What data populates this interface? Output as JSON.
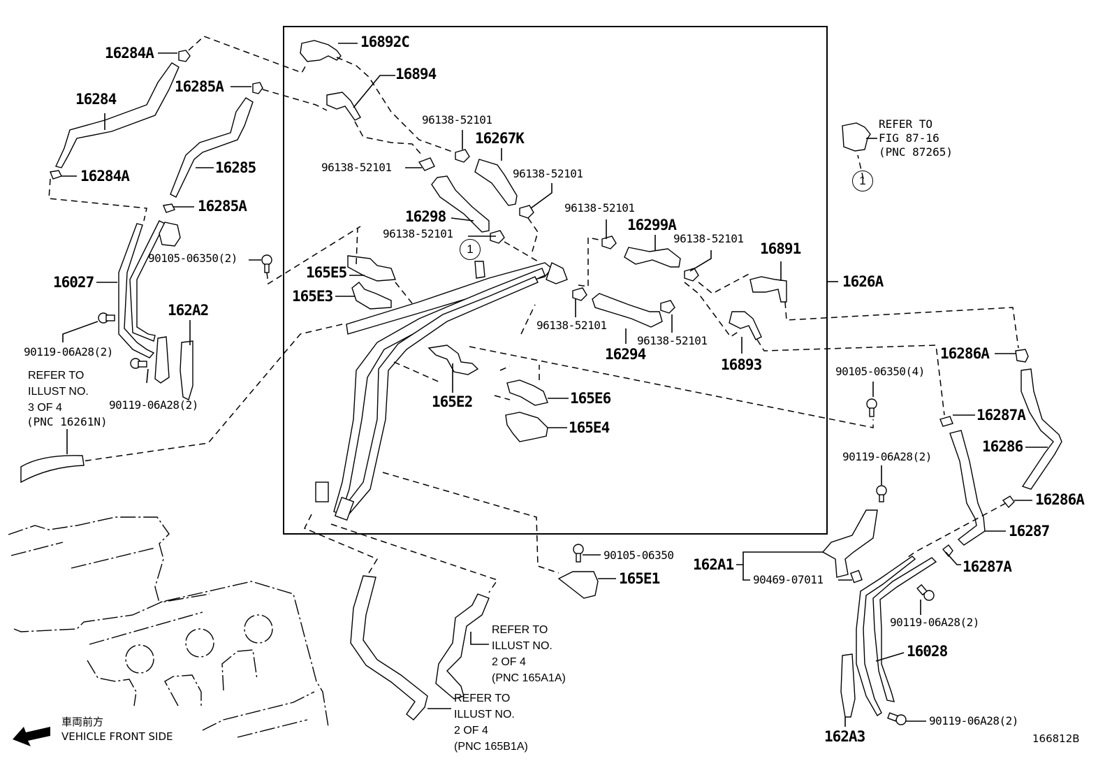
{
  "diagram": {
    "figure_id": "166812B",
    "group_label": "1626A",
    "orientation": {
      "japanese": "車両前方",
      "english": "VEHICLE FRONT SIDE"
    },
    "callout_circle": "1",
    "parts": {
      "p16284A_top": "16284A",
      "p16284": "16284",
      "p16285A_top": "16285A",
      "p16284A_bot": "16284A",
      "p16285": "16285",
      "p16285A_bot": "16285A",
      "p16027": "16027",
      "p90105_06350_2": "90105-06350(2)",
      "p90119_left_a": "90119-06A28(2)",
      "p162A2": "162A2",
      "p90119_left_b": "90119-06A28(2)",
      "p16892C": "16892C",
      "p16894": "16894",
      "p96138_a": "96138-52101",
      "p96138_b": "96138-52101",
      "p16267K": "16267K",
      "p96138_c": "96138-52101",
      "p16298": "16298",
      "p96138_d": "96138-52101",
      "p96138_e": "96138-52101",
      "p16299A": "16299A",
      "p96138_f": "96138-52101",
      "p16891": "16891",
      "p165E5": "165E5",
      "p165E3": "165E3",
      "p96138_g": "96138-52101",
      "p96138_h": "96138-52101",
      "p16294": "16294",
      "p16893": "16893",
      "p165E2": "165E2",
      "p165E6": "165E6",
      "p165E4": "165E4",
      "p90105_06350": "90105-06350",
      "p165E1": "165E1",
      "p16286A_top": "16286A",
      "p90105_06350_4": "90105-06350(4)",
      "p16287A_top": "16287A",
      "p16286": "16286",
      "p90119_right_a": "90119-06A28(2)",
      "p16286A_bot": "16286A",
      "p16287": "16287",
      "p162A1": "162A1",
      "p90469_07011": "90469-07011",
      "p16287A_bot": "16287A",
      "p90119_right_b": "90119-06A28(2)",
      "p16028": "16028",
      "p162A3": "162A3",
      "p90119_right_c": "90119-06A28(2)"
    },
    "references": {
      "fig_87_16": "REFER TO\nFIG 87-16\n(PNC 87265)",
      "illust_3_of_4": "REFER TO\nILLUST NO.\n3 OF 4",
      "illust_3_of_4_pnc": "(PNC 16261N)",
      "illust_2_of_4_a": "REFER TO\nILLUST NO.\n2 OF 4\n(PNC 165A1A)",
      "illust_2_of_4_b": "REFER TO\nILLUST NO.\n2 OF 4\n(PNC 165B1A)"
    }
  }
}
